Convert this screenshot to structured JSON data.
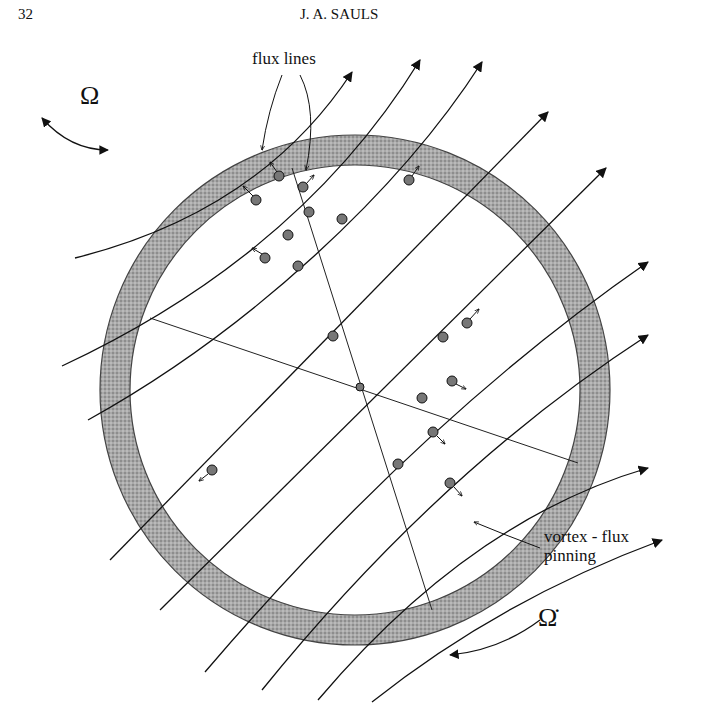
{
  "diagram": {
    "labels": [
      "32",
      "J. A. SAULS",
      "flux lines",
      "Ω",
      "Ω̇",
      "vortex - flux pinning"
    ]
  }
}
